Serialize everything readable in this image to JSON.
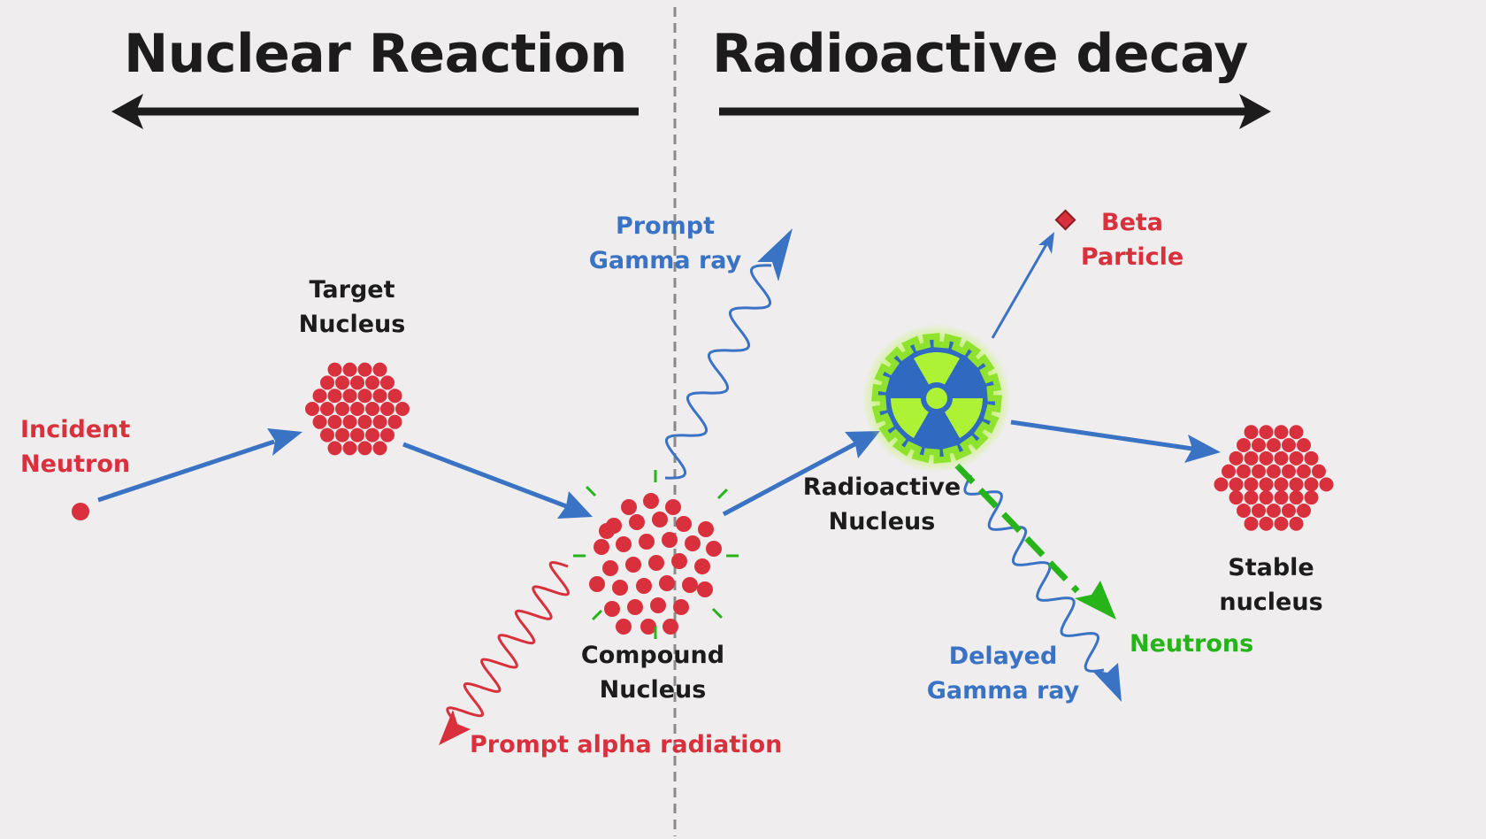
{
  "headings": {
    "left": "Nuclear Reaction",
    "right": "Radioactive decay"
  },
  "labels": {
    "incident_neutron": [
      "Incident",
      "Neutron"
    ],
    "target_nucleus": [
      "Target",
      "Nucleus"
    ],
    "compound_nucleus": [
      "Compound",
      "Nucleus"
    ],
    "prompt_gamma": [
      "Prompt",
      "Gamma ray"
    ],
    "prompt_alpha": "Prompt alpha radiation",
    "radioactive_nucleus": [
      "Radioactive",
      "Nucleus"
    ],
    "beta_particle": [
      "Beta",
      "Particle"
    ],
    "stable_nucleus": [
      "Stable",
      "nucleus"
    ],
    "neutrons": "Neutrons",
    "delayed_gamma": [
      "Delayed",
      "Gamma ray"
    ]
  },
  "colors": {
    "background": "#efedee",
    "text_dark": "#1c1c1c",
    "red": "#d8303c",
    "blue": "#3a72c4",
    "green": "#27b31a",
    "divider": "#8a8a8a"
  },
  "icons": {
    "radioactive": "radiation-trefoil-gear-icon",
    "nucleus": "proton-neutron-cluster"
  }
}
